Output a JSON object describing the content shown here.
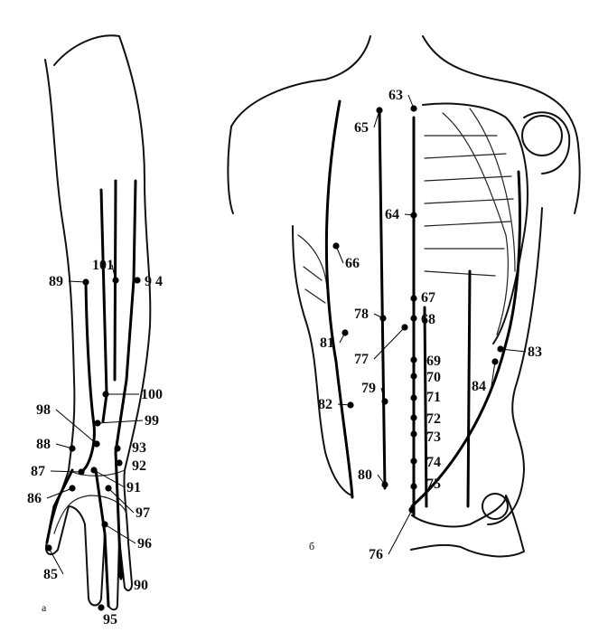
{
  "panels": {
    "a": "a",
    "b": "б"
  },
  "arm_points": [
    {
      "label": "89"
    },
    {
      "label": "101"
    },
    {
      "label": "9 4"
    },
    {
      "label": "100"
    },
    {
      "label": "98"
    },
    {
      "label": "99"
    },
    {
      "label": "88"
    },
    {
      "label": "93"
    },
    {
      "label": "87"
    },
    {
      "label": "92"
    },
    {
      "label": "91"
    },
    {
      "label": "86"
    },
    {
      "label": "97"
    },
    {
      "label": "96"
    },
    {
      "label": "85"
    },
    {
      "label": "90"
    },
    {
      "label": "95"
    }
  ],
  "torso_points": [
    {
      "label": "63"
    },
    {
      "label": "65"
    },
    {
      "label": "64"
    },
    {
      "label": "66"
    },
    {
      "label": "67"
    },
    {
      "label": "68"
    },
    {
      "label": "78"
    },
    {
      "label": "81"
    },
    {
      "label": "77"
    },
    {
      "label": "69"
    },
    {
      "label": "70"
    },
    {
      "label": "71"
    },
    {
      "label": "72"
    },
    {
      "label": "73"
    },
    {
      "label": "74"
    },
    {
      "label": "75"
    },
    {
      "label": "79"
    },
    {
      "label": "82"
    },
    {
      "label": "80"
    },
    {
      "label": "83"
    },
    {
      "label": "84"
    },
    {
      "label": "76"
    }
  ]
}
